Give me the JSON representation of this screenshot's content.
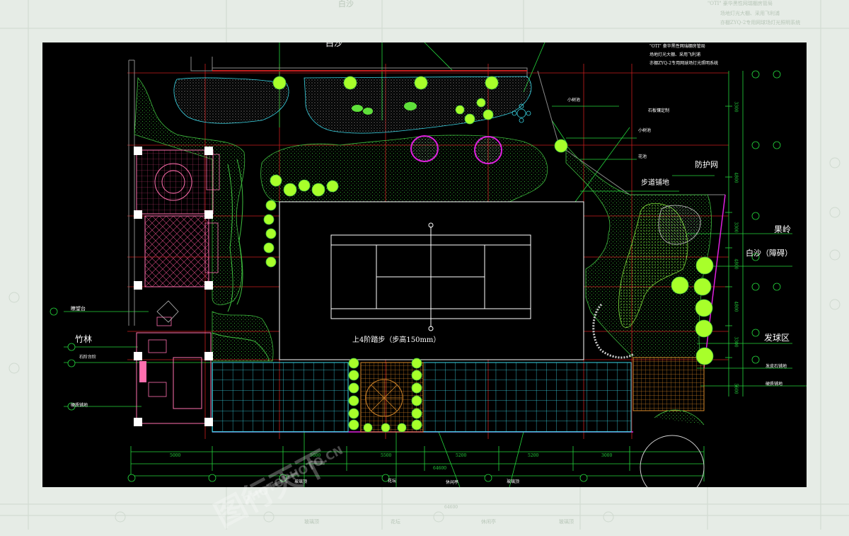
{
  "background_labels": {
    "top_sand": "白沙",
    "note_line1": "\"OTI\" 豪华黑性网瑞棚房管局",
    "note_line2": "场地灯光大棚、采用飞利浦",
    "note_line3": "亦棚ZYQ-2专用网球场灯光照明系统",
    "dim_total": "64600",
    "bottom_1": "玻璃顶",
    "bottom_2": "花坛",
    "bottom_3": "休闲亭",
    "bottom_4": "玻璃顶"
  },
  "plan_labels": {
    "white_sand": "白沙",
    "note_line1": "\"OTI\" 豪华黑性网瑞棚房管局",
    "note_line2": "场地灯光大棚、采用飞利浦",
    "note_line3": "亦棚ZYQ-2专用网球场灯光照明系统",
    "small_pool": "小树池",
    "stone_seat": "石板镶定制",
    "small_pool_2": "小树池",
    "flower_bed": "花池",
    "fence": "防护网",
    "walk_paving": "步道铺地",
    "fruit_ridge": "果岭",
    "white_sand_pebble": "白沙（障碍）",
    "serve_area": "发球区",
    "slate_paving": "发皮石铺地",
    "hard_paving": "硬质铺地",
    "steps": "上4阶踏步（步高150mm）",
    "viewing_deck": "瞭望台",
    "bamboo": "竹林",
    "stone_stair": "石阶台阶",
    "hard_paving_left": "硬质铺地",
    "glass_roof_1": "玻璃顶",
    "planter": "花坛",
    "pavilion": "休闲亭",
    "glass_roof_2": "玻璃顶",
    "dim_total": "64600",
    "dims": [
      "5000",
      "5000",
      "5500",
      "5200",
      "5200",
      "3000"
    ],
    "side_dims": [
      "3300",
      "4800",
      "3300",
      "4800",
      "4800",
      "3300",
      "5600"
    ]
  },
  "watermark": {
    "brand": "图行天下",
    "site": "PHOTOPHOTO.CN"
  },
  "colors": {
    "canvas": "#000000",
    "grid_red": "#c81e1e",
    "dim_green": "#24d63c",
    "lawn_green": "#3fbf3f",
    "court_white": "#ffffff",
    "pool_cyan": "#3ad6e6",
    "building_pink": "#ff6fae",
    "paving_orange": "#d98a2a",
    "tree_yellowgreen": "#a8ff2a",
    "magenta": "#e020e0"
  }
}
